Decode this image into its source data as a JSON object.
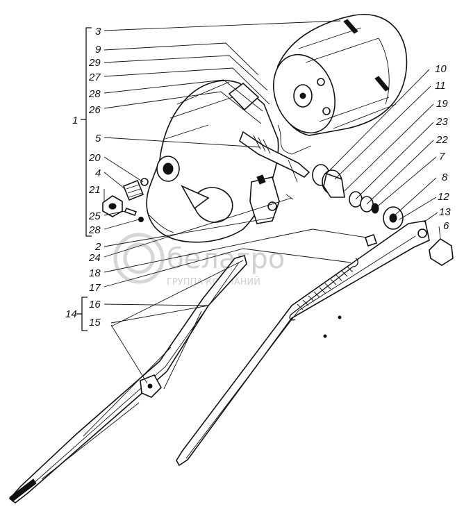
{
  "watermark": {
    "brand": "белагро",
    "subtitle": "ГРУППА КОМПАНИЙ"
  },
  "callouts": {
    "n1": "1",
    "n2": "2",
    "n3": "3",
    "n4": "4",
    "n5": "5",
    "n6": "6",
    "n7": "7",
    "n8": "8",
    "n9": "9",
    "n10": "10",
    "n11": "11",
    "n12": "12",
    "n13": "13",
    "n14": "14",
    "n15": "15",
    "n16": "16",
    "n17": "17",
    "n18": "18",
    "n19": "19",
    "n20": "20",
    "n21": "21",
    "n22": "22",
    "n23": "23",
    "n24": "24",
    "n25": "25",
    "n26": "26",
    "n27": "27",
    "n28a": "28",
    "n28b": "28",
    "n29": "29"
  }
}
